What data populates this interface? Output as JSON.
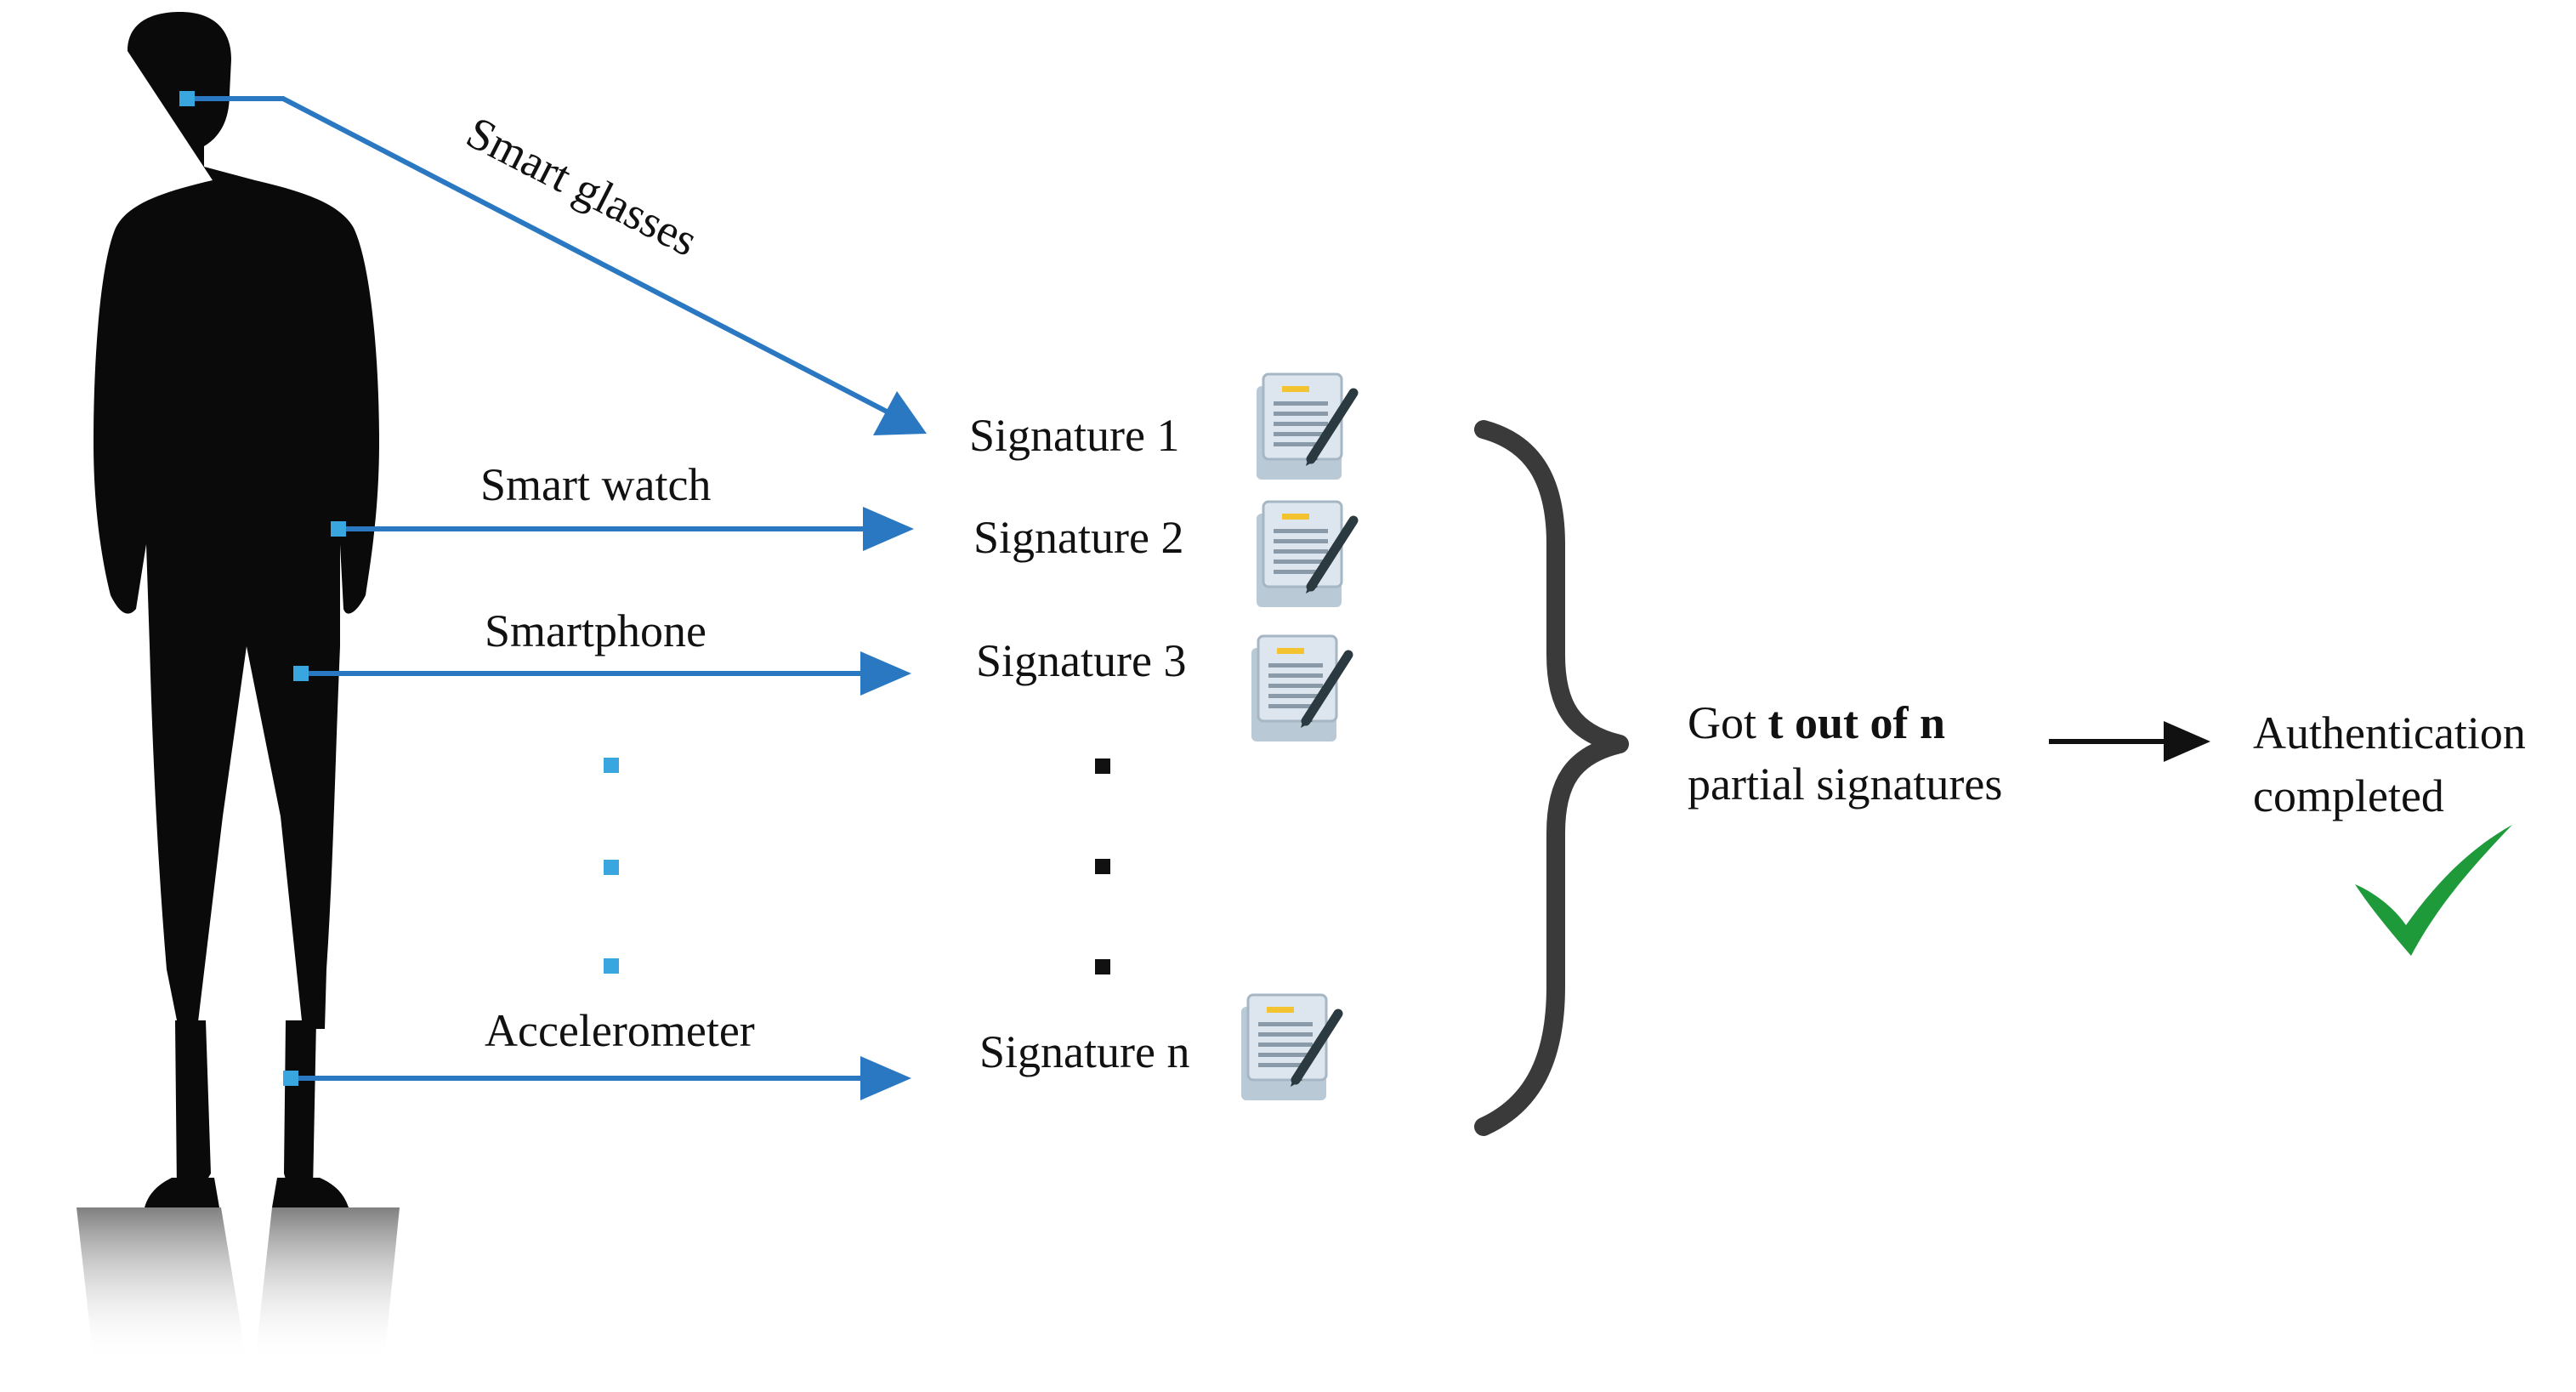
{
  "sensors": [
    {
      "label": "Smart glasses"
    },
    {
      "label": "Smart watch"
    },
    {
      "label": "Smartphone"
    },
    {
      "label": "Accelerometer"
    }
  ],
  "signatures": [
    {
      "label": "Signature 1"
    },
    {
      "label": "Signature 2"
    },
    {
      "label": "Signature 3"
    },
    {
      "label": "Signature n"
    }
  ],
  "result": {
    "got_prefix": "Got ",
    "got_bold": "t out of n",
    "got_line2": "partial signatures",
    "auth_line1": "Authentication",
    "auth_line2": "completed"
  },
  "icons": {
    "person": "person-silhouette-icon",
    "document": "signed-document-icon",
    "check": "checkmark-icon"
  },
  "colors": {
    "arrow": "#2b78c2",
    "sensor_dot": "#3aa6e0",
    "silhouette": "#0a0a0a",
    "brace": "#3a3a3a",
    "check": "#1e9a3a"
  }
}
